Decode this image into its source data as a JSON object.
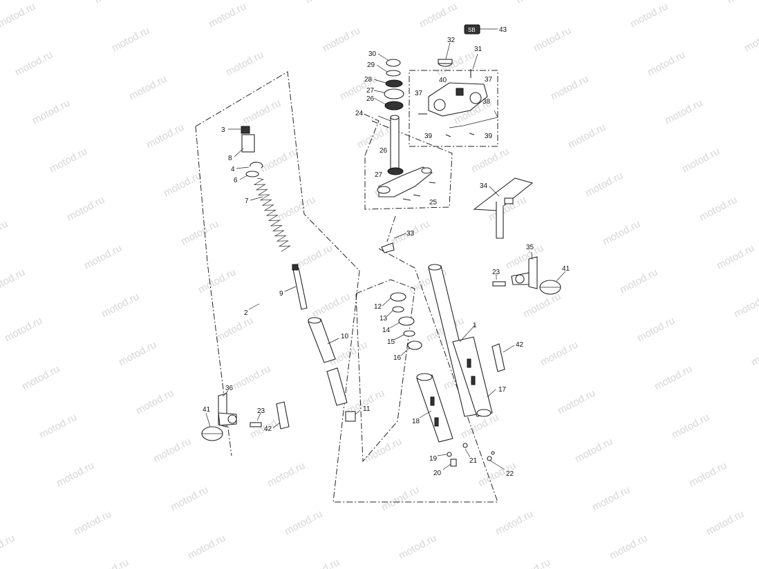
{
  "watermark": "motod.ru",
  "callouts": [
    "1",
    "2",
    "3",
    "4",
    "6",
    "7",
    "8",
    "9",
    "10",
    "11",
    "12",
    "13",
    "14",
    "15",
    "16",
    "17",
    "18",
    "19",
    "20",
    "21",
    "22",
    "23",
    "23",
    "24",
    "25",
    "26",
    "26",
    "27",
    "27",
    "28",
    "29",
    "30",
    "31",
    "32",
    "33",
    "34",
    "35",
    "36",
    "37",
    "37",
    "38",
    "39",
    "39",
    "40",
    "41",
    "41",
    "42",
    "42",
    "43"
  ]
}
